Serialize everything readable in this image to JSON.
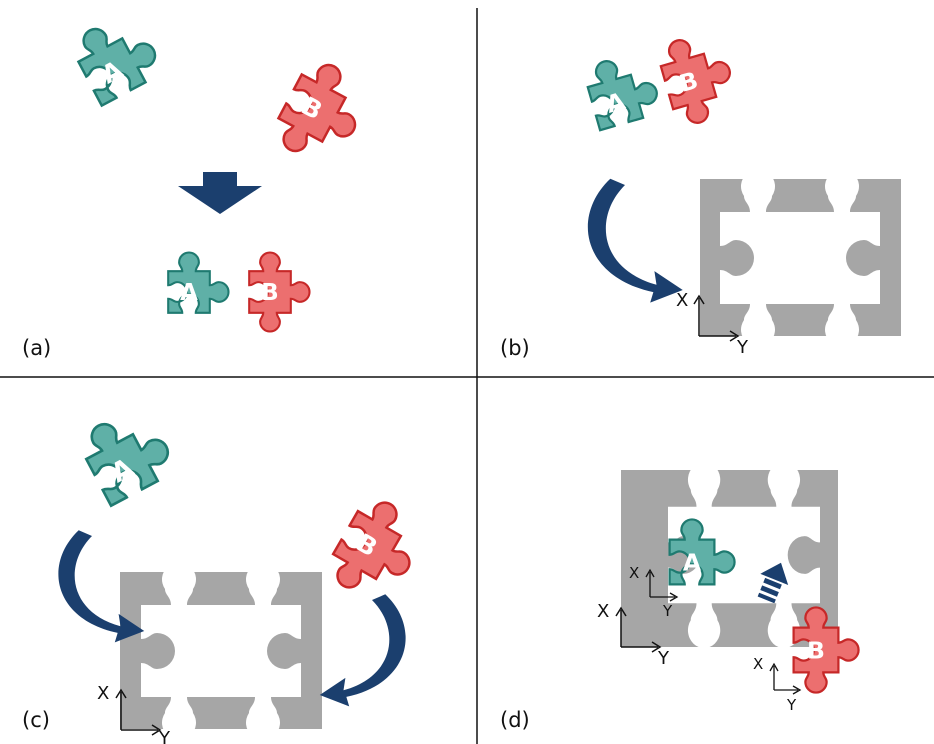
{
  "panels": [
    {
      "id": "a",
      "label": "(a)"
    },
    {
      "id": "b",
      "label": "(b)"
    },
    {
      "id": "c",
      "label": "(c)"
    },
    {
      "id": "d",
      "label": "(d)"
    }
  ],
  "pieces": {
    "a_letter": "A",
    "b_letter": "B"
  },
  "axes": {
    "x": "X",
    "y": "Y"
  },
  "colors": {
    "piece_a_fill": "#5fb0a7",
    "piece_a_stroke": "#1f7a70",
    "piece_b_fill": "#ec6f6f",
    "piece_b_stroke": "#c62828",
    "board": "#a6a6a6",
    "arrow": "#1b3f6e",
    "divider": "#111111"
  }
}
